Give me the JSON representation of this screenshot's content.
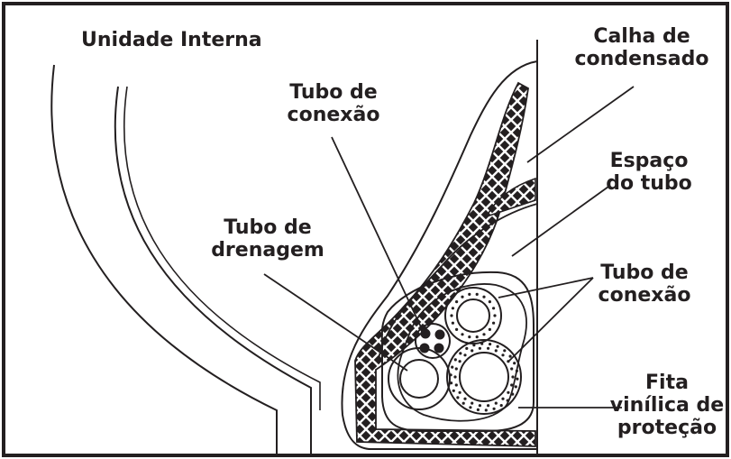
{
  "labels": {
    "indoor_unit": "Unidade Interna",
    "condensate_channel": [
      "Calha de",
      "condensado"
    ],
    "connection_tube_top": [
      "Tubo de",
      "conexão"
    ],
    "tube_space": [
      "Espaço",
      "do tubo"
    ],
    "drain_tube": [
      "Tubo de",
      "drenagem"
    ],
    "connection_tube_right": [
      "Tubo de",
      "conexão"
    ],
    "vinyl_tape": [
      "Fita",
      "vinílica de",
      "proteção"
    ]
  },
  "colors": {
    "stroke": "#231f20",
    "background": "#ffffff"
  }
}
